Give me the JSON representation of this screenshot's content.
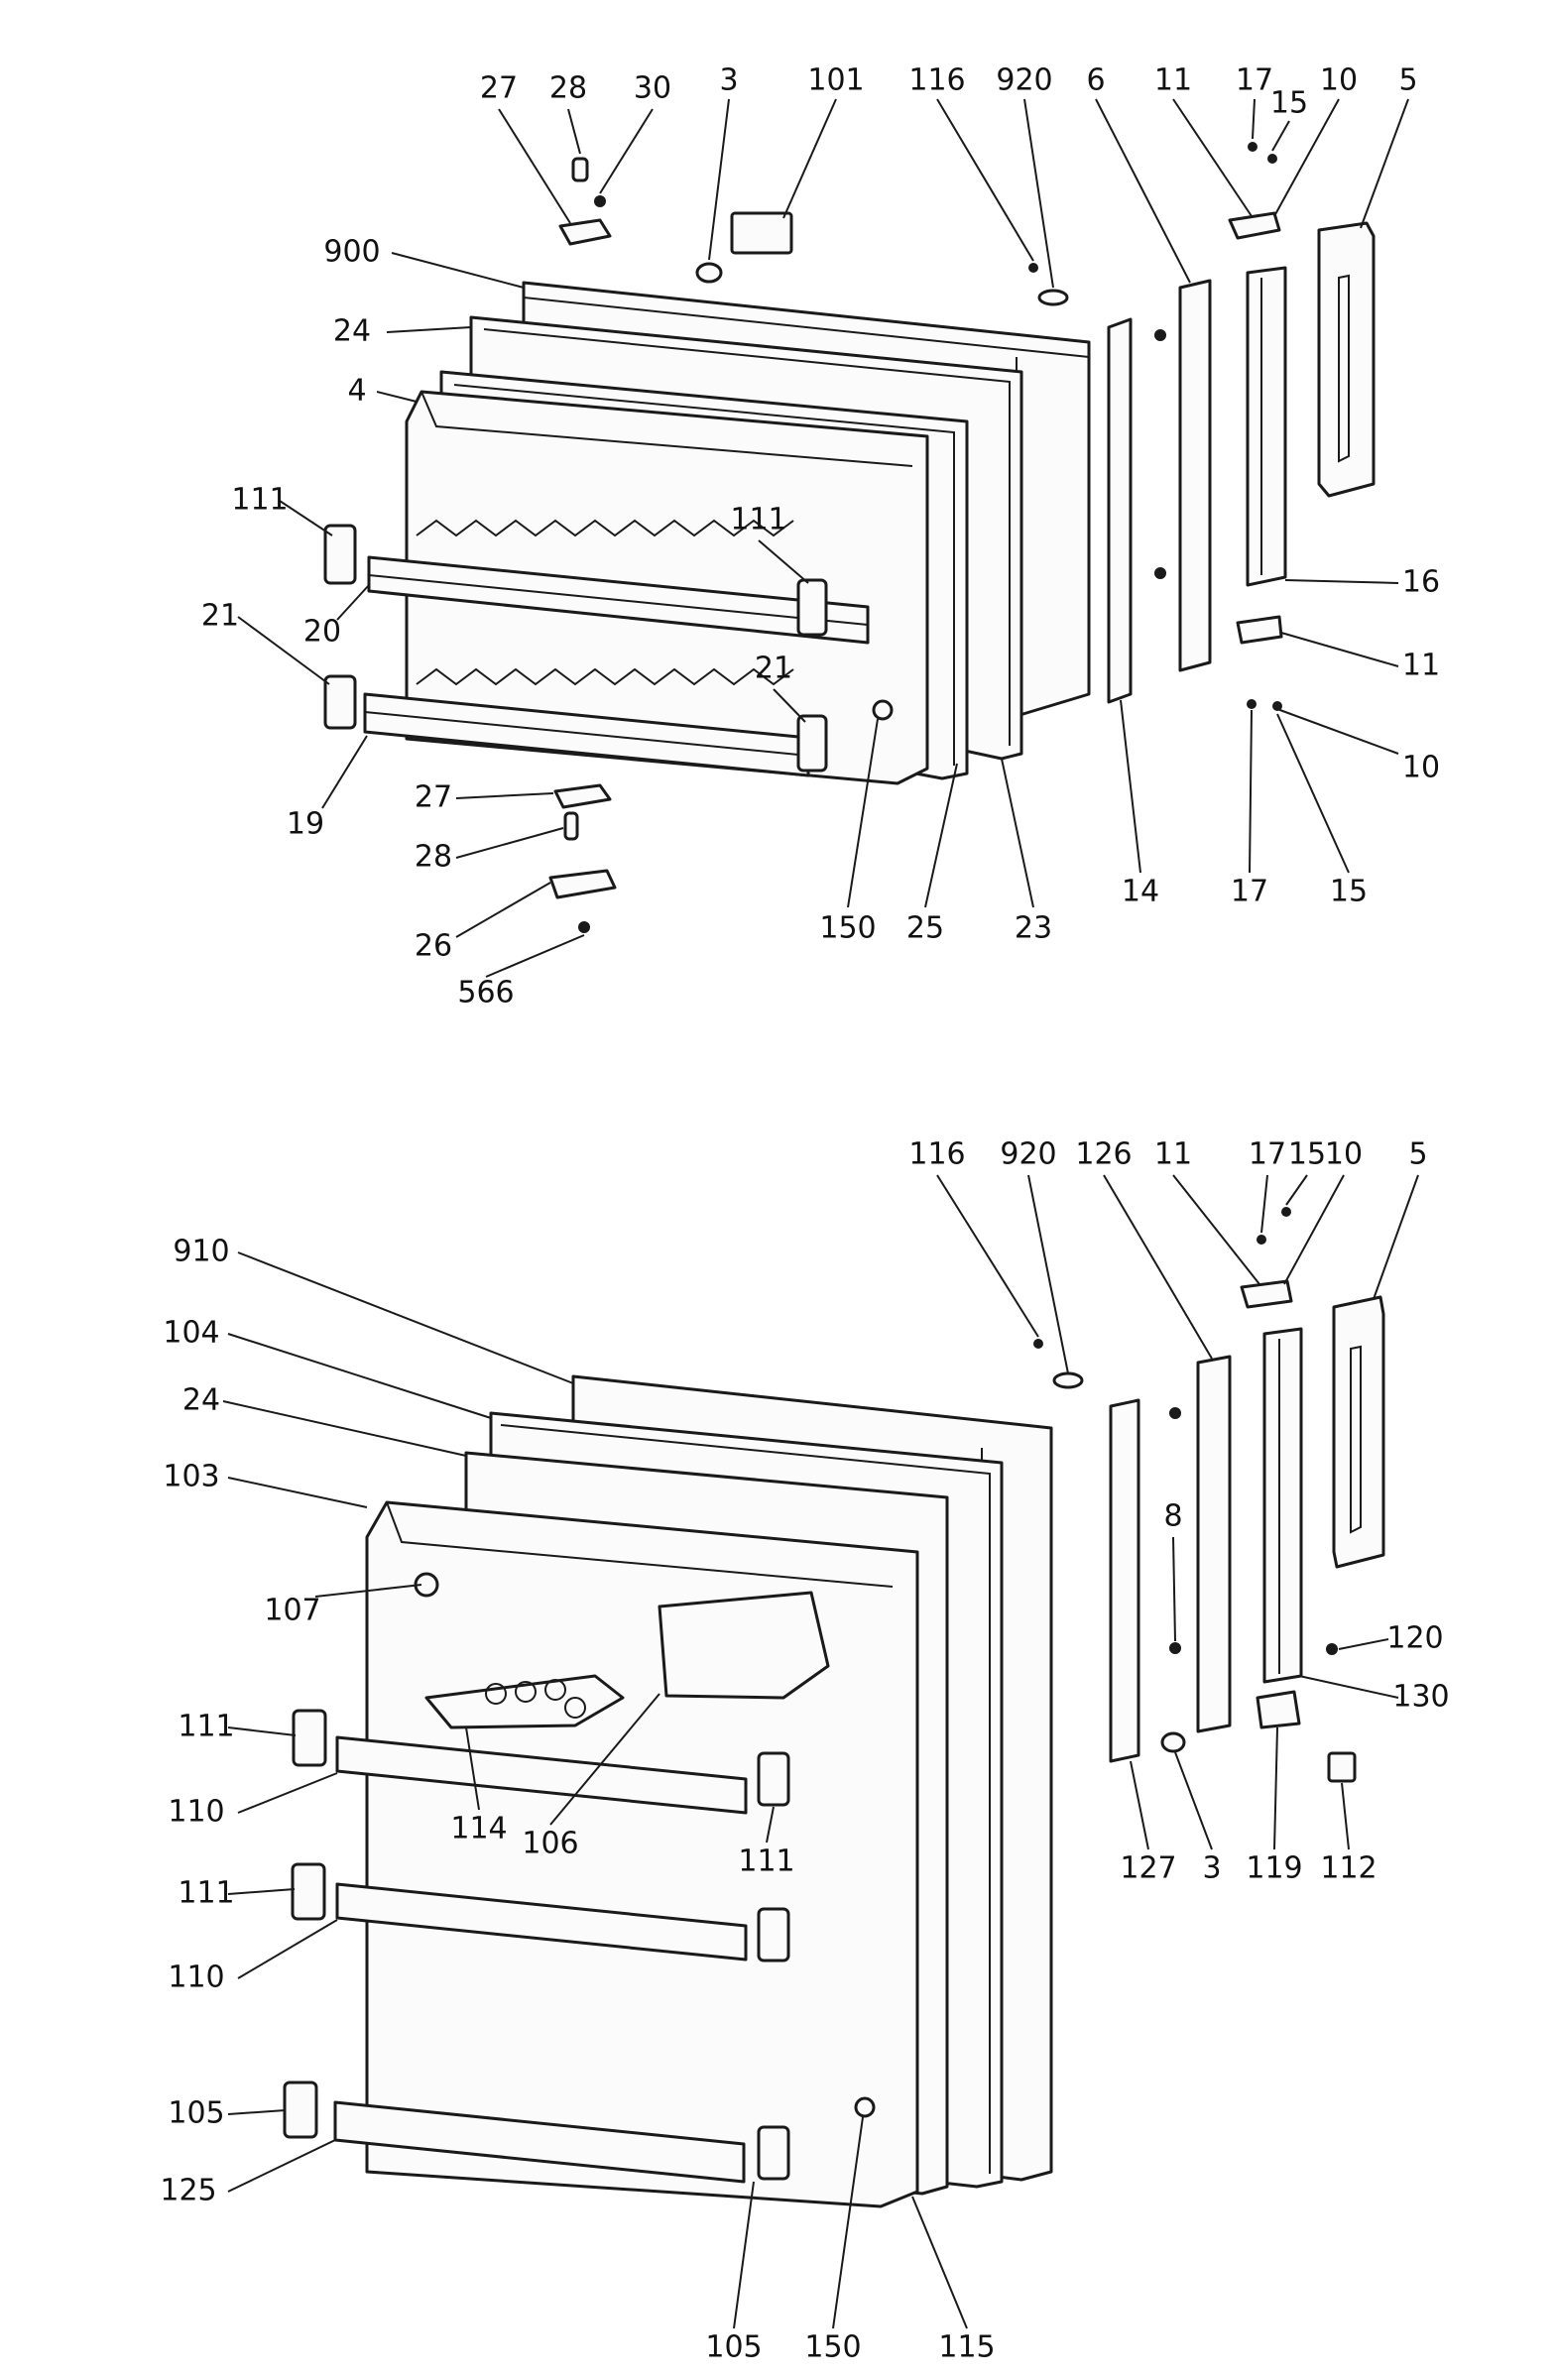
{
  "colors": {
    "ink": "#1a1a1a",
    "paper": "#ffffff"
  },
  "callouts": {
    "freezer": [
      "27",
      "28",
      "30",
      "3",
      "101",
      "116",
      "920",
      "6",
      "11",
      "17",
      "15",
      "10",
      "5",
      "900",
      "24",
      "4",
      "111",
      "111",
      "21",
      "20",
      "21",
      "19",
      "16",
      "11",
      "10",
      "27",
      "28",
      "26",
      "566",
      "150",
      "25",
      "23",
      "14",
      "17",
      "15"
    ],
    "fresh": [
      "116",
      "920",
      "126",
      "11",
      "17",
      "15",
      "10",
      "5",
      "910",
      "104",
      "24",
      "103",
      "107",
      "111",
      "110",
      "114",
      "106",
      "111",
      "111",
      "110",
      "105",
      "125",
      "105",
      "150",
      "115",
      "8",
      "120",
      "130",
      "127",
      "3",
      "119",
      "112"
    ]
  }
}
